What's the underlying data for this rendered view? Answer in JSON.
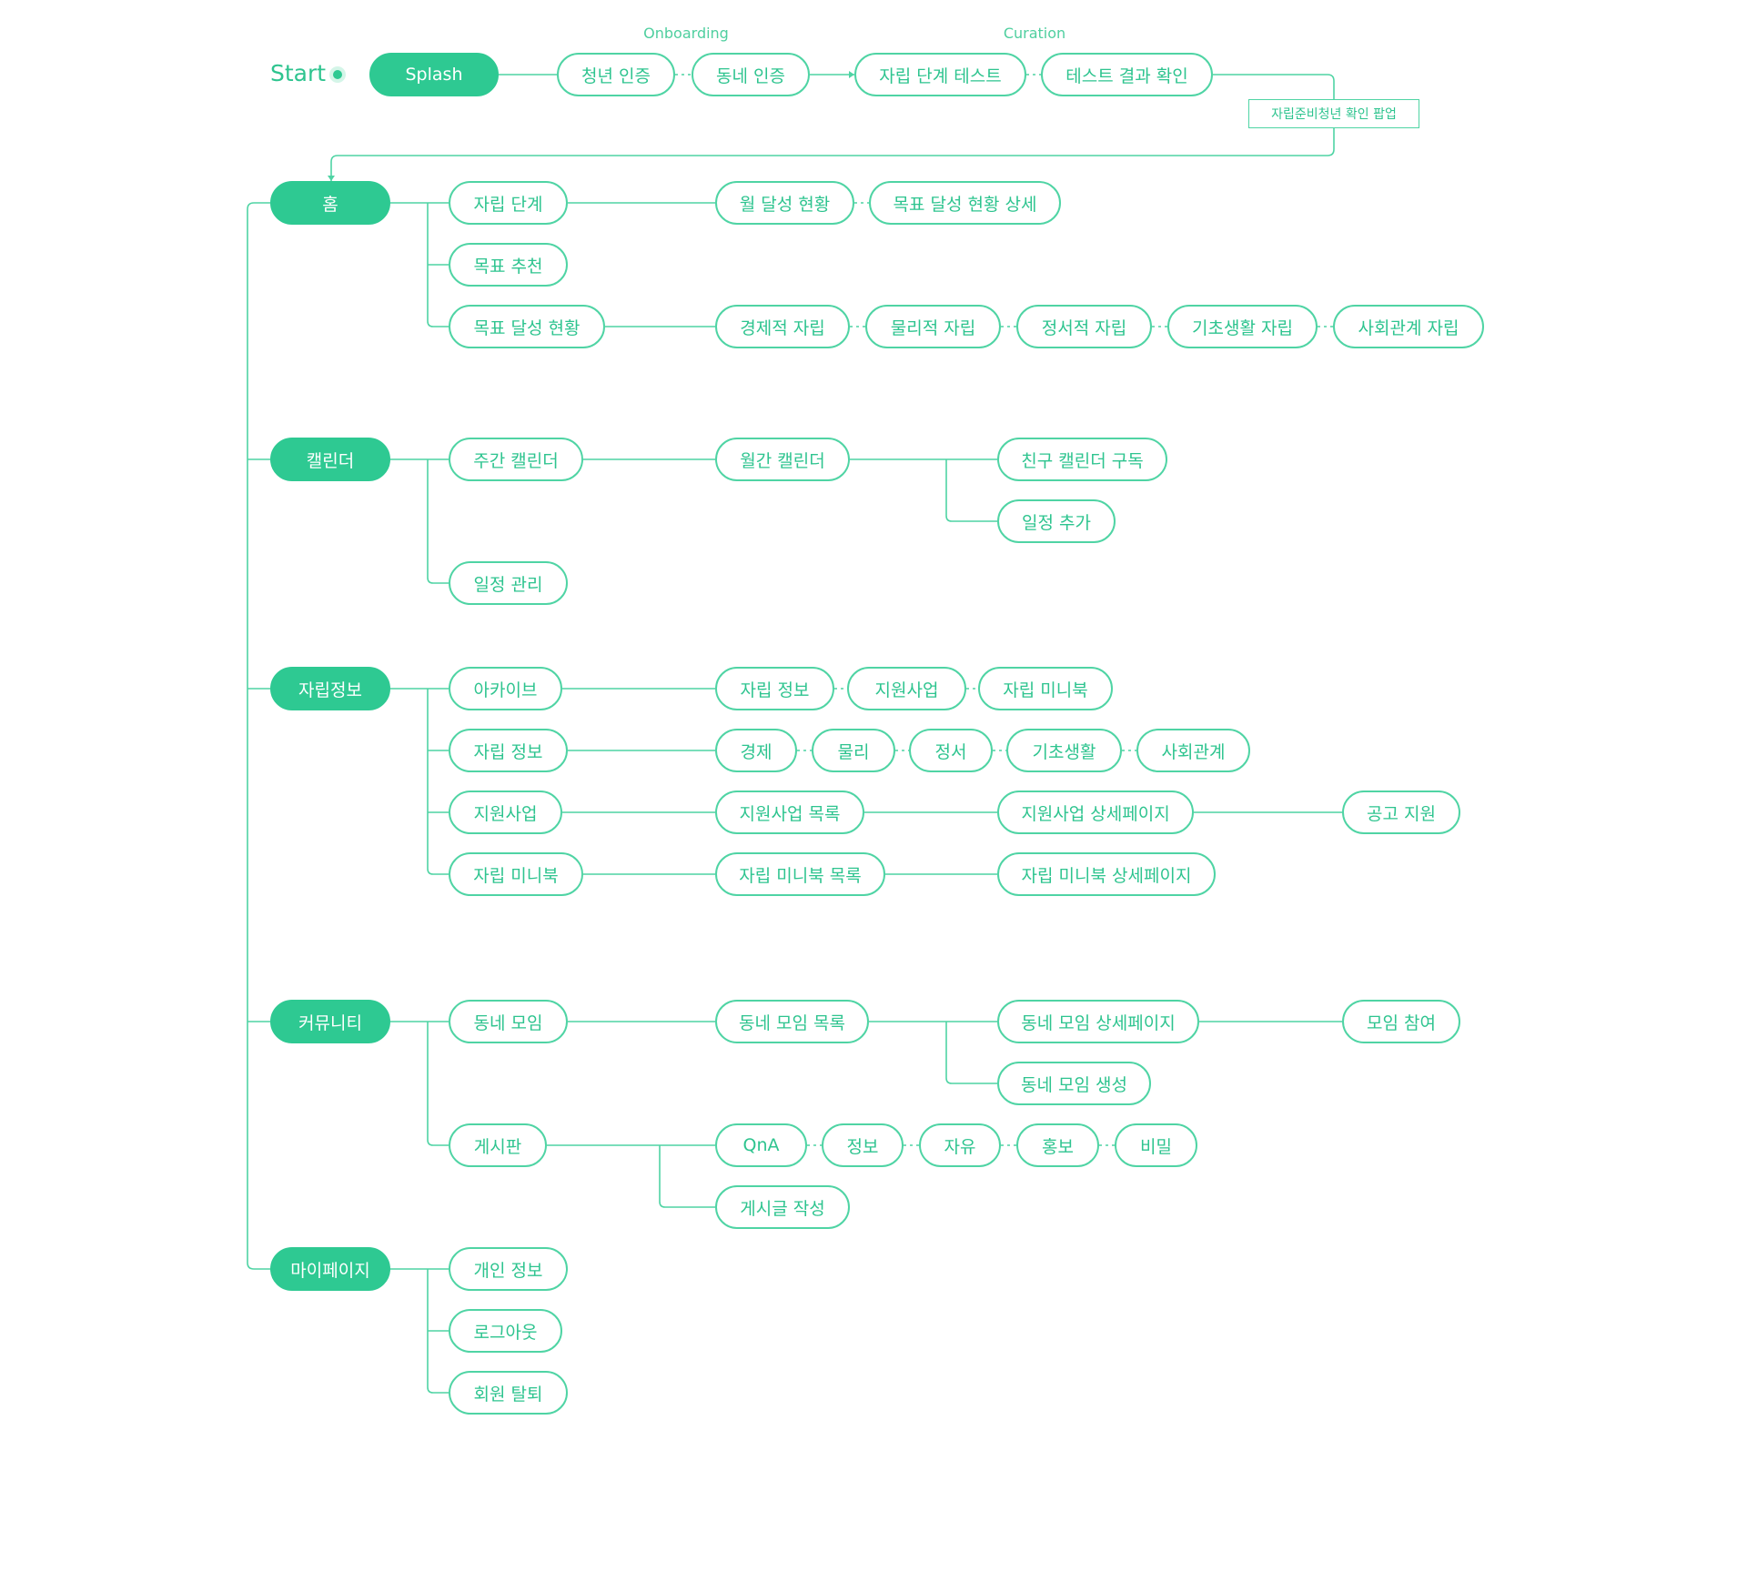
{
  "flow": {
    "start_label": "Start",
    "section_labels": {
      "onboarding": "Onboarding",
      "curation": "Curation"
    },
    "colors": {
      "accent": "#2ec992",
      "line": "#4fd4a4",
      "text": "#2ec48f"
    },
    "onboarding": {
      "splash": "Splash",
      "youth_auth": "청년 인증",
      "neighborhood_auth": "동네 인증",
      "stage_test": "자립 단계 테스트",
      "test_result": "테스트 결과 확인",
      "popup": "자립준비청년 확인 팝업"
    },
    "home": {
      "title": "홈",
      "stage": "자립 단계",
      "monthly_status": "월 달성 현황",
      "goal_status_detail": "목표 달성 현황 상세",
      "goal_recommend": "목표 추천",
      "goal_status": "목표 달성 현황",
      "categories": [
        "경제적 자립",
        "물리적 자립",
        "정서적 자립",
        "기초생활 자립",
        "사회관계 자립"
      ]
    },
    "calendar": {
      "title": "캘린더",
      "weekly": "주간 캘린더",
      "monthly": "월간 캘린더",
      "friend_subscribe": "친구 캘린더 구독",
      "add_event": "일정 추가",
      "manage": "일정 관리"
    },
    "info": {
      "title": "자립정보",
      "archive": "아카이브",
      "archive_children": [
        "자립 정보",
        "지원사업",
        "자립 미니북"
      ],
      "info": "자립 정보",
      "info_children": [
        "경제",
        "물리",
        "정서",
        "기초생활",
        "사회관계"
      ],
      "support": "지원사업",
      "support_list": "지원사업 목록",
      "support_detail": "지원사업 상세페이지",
      "apply": "공고 지원",
      "minibook": "자립 미니북",
      "minibook_list": "자립 미니북 목록",
      "minibook_detail": "자립 미니북 상세페이지"
    },
    "community": {
      "title": "커뮤니티",
      "meetup": "동네 모임",
      "meetup_list": "동네 모임 목록",
      "meetup_detail": "동네 모임 상세페이지",
      "join": "모임 참여",
      "meetup_create": "동네 모임 생성",
      "board": "게시판",
      "board_children": [
        "QnA",
        "정보",
        "자유",
        "홍보",
        "비밀"
      ],
      "write": "게시글 작성"
    },
    "mypage": {
      "title": "마이페이지",
      "profile": "개인 정보",
      "logout": "로그아웃",
      "withdraw": "회원 탈퇴"
    }
  }
}
